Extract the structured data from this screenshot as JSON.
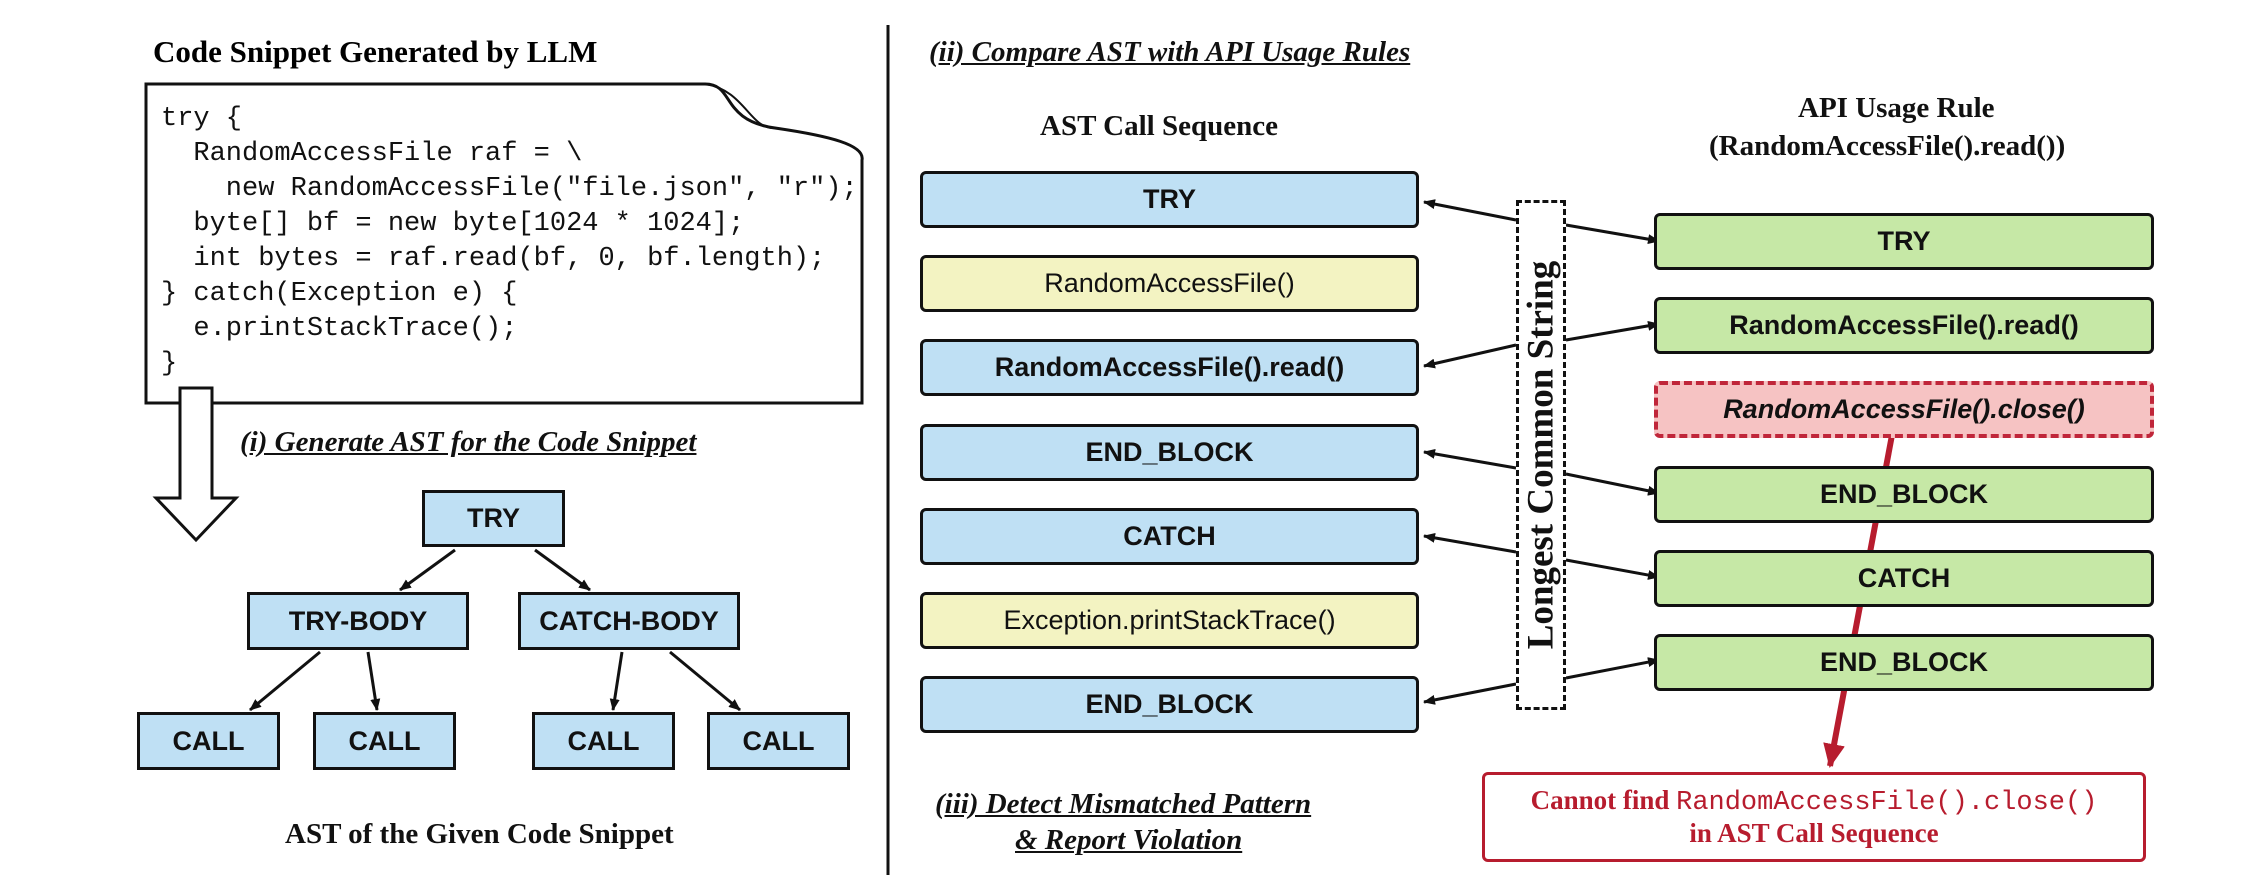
{
  "left_panel": {
    "title": "Code Snippet Generated by LLM",
    "code_lines": [
      "try {",
      "  RandomAccessFile raf = \\",
      "    new RandomAccessFile(\"file.json\", \"r\");",
      "  byte[] bf = new byte[1024 * 1024];",
      "  int bytes = raf.read(bf, 0, bf.length);",
      "} catch(Exception e) {",
      "  e.printStackTrace();",
      "}"
    ],
    "step_i": "(i) Generate AST for the Code Snippet",
    "ast": {
      "root": "TRY",
      "children": [
        "TRY-BODY",
        "CATCH-BODY"
      ],
      "leaves": [
        "CALL",
        "CALL",
        "CALL",
        "CALL"
      ]
    },
    "ast_caption": "AST of the Given Code Snippet"
  },
  "right_panel": {
    "step_ii": "(ii) Compare AST with API Usage Rules",
    "ast_seq_header": "AST Call Sequence",
    "ast_seq": [
      {
        "label": "TRY",
        "type": "matched"
      },
      {
        "label": "RandomAccessFile()",
        "type": "unmatched"
      },
      {
        "label": "RandomAccessFile().read()",
        "type": "matched"
      },
      {
        "label": "END_BLOCK",
        "type": "matched"
      },
      {
        "label": "CATCH",
        "type": "matched"
      },
      {
        "label": "Exception.printStackTrace()",
        "type": "unmatched"
      },
      {
        "label": "END_BLOCK",
        "type": "matched"
      }
    ],
    "lcs_label": "Longest Common String",
    "rule_header_line1": "API Usage Rule",
    "rule_header_line2": "(RandomAccessFile().read())",
    "rule_seq": [
      {
        "label": "TRY",
        "type": "matched"
      },
      {
        "label": "RandomAccessFile().read()",
        "type": "matched"
      },
      {
        "label": "RandomAccessFile().close()",
        "type": "missing"
      },
      {
        "label": "END_BLOCK",
        "type": "matched"
      },
      {
        "label": "CATCH",
        "type": "matched"
      },
      {
        "label": "END_BLOCK",
        "type": "matched"
      }
    ],
    "step_iii_line1": "(iii) Detect Mismatched Pattern",
    "step_iii_line2": "& Report Violation",
    "report": {
      "prefix": "Cannot find",
      "code": "RandomAccessFile().close()",
      "line2": "in AST Call Sequence"
    }
  },
  "colors": {
    "matched_blue": "#bfe0f4",
    "unmatched_yellow": "#f3f3c2",
    "rule_green": "#c6e8a6",
    "missing_red_fill": "#f6c3c3",
    "violation_red": "#b71c2e"
  }
}
